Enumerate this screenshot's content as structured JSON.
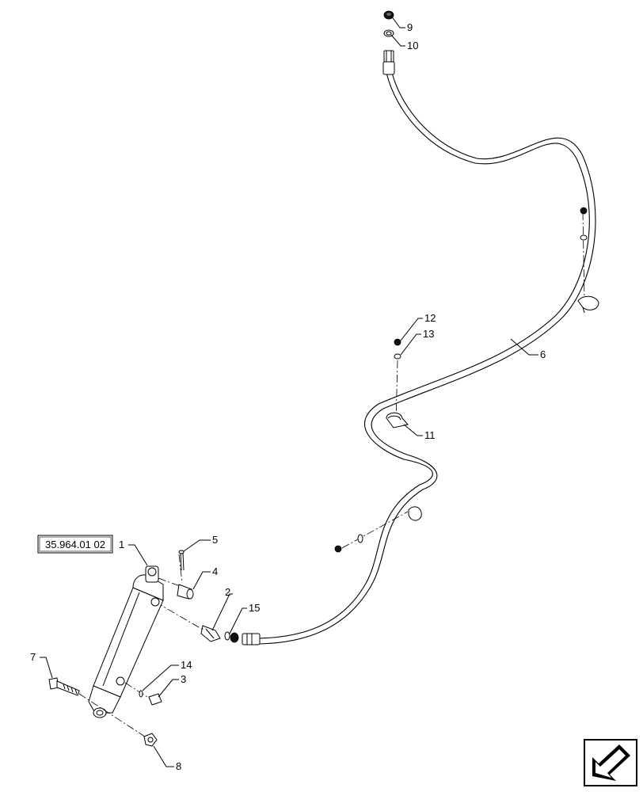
{
  "reference": {
    "label": "35.964.01 02"
  },
  "callouts": [
    {
      "id": "1",
      "label": "1"
    },
    {
      "id": "2",
      "label": "2"
    },
    {
      "id": "3",
      "label": "3"
    },
    {
      "id": "4",
      "label": "4"
    },
    {
      "id": "5",
      "label": "5"
    },
    {
      "id": "6",
      "label": "6"
    },
    {
      "id": "7",
      "label": "7"
    },
    {
      "id": "8",
      "label": "8"
    },
    {
      "id": "9",
      "label": "9"
    },
    {
      "id": "10",
      "label": "10"
    },
    {
      "id": "11",
      "label": "11"
    },
    {
      "id": "12",
      "label": "12"
    },
    {
      "id": "13",
      "label": "13"
    },
    {
      "id": "14",
      "label": "14"
    },
    {
      "id": "15",
      "label": "15"
    }
  ],
  "nav": {
    "icon": "previous-arrow-icon"
  }
}
